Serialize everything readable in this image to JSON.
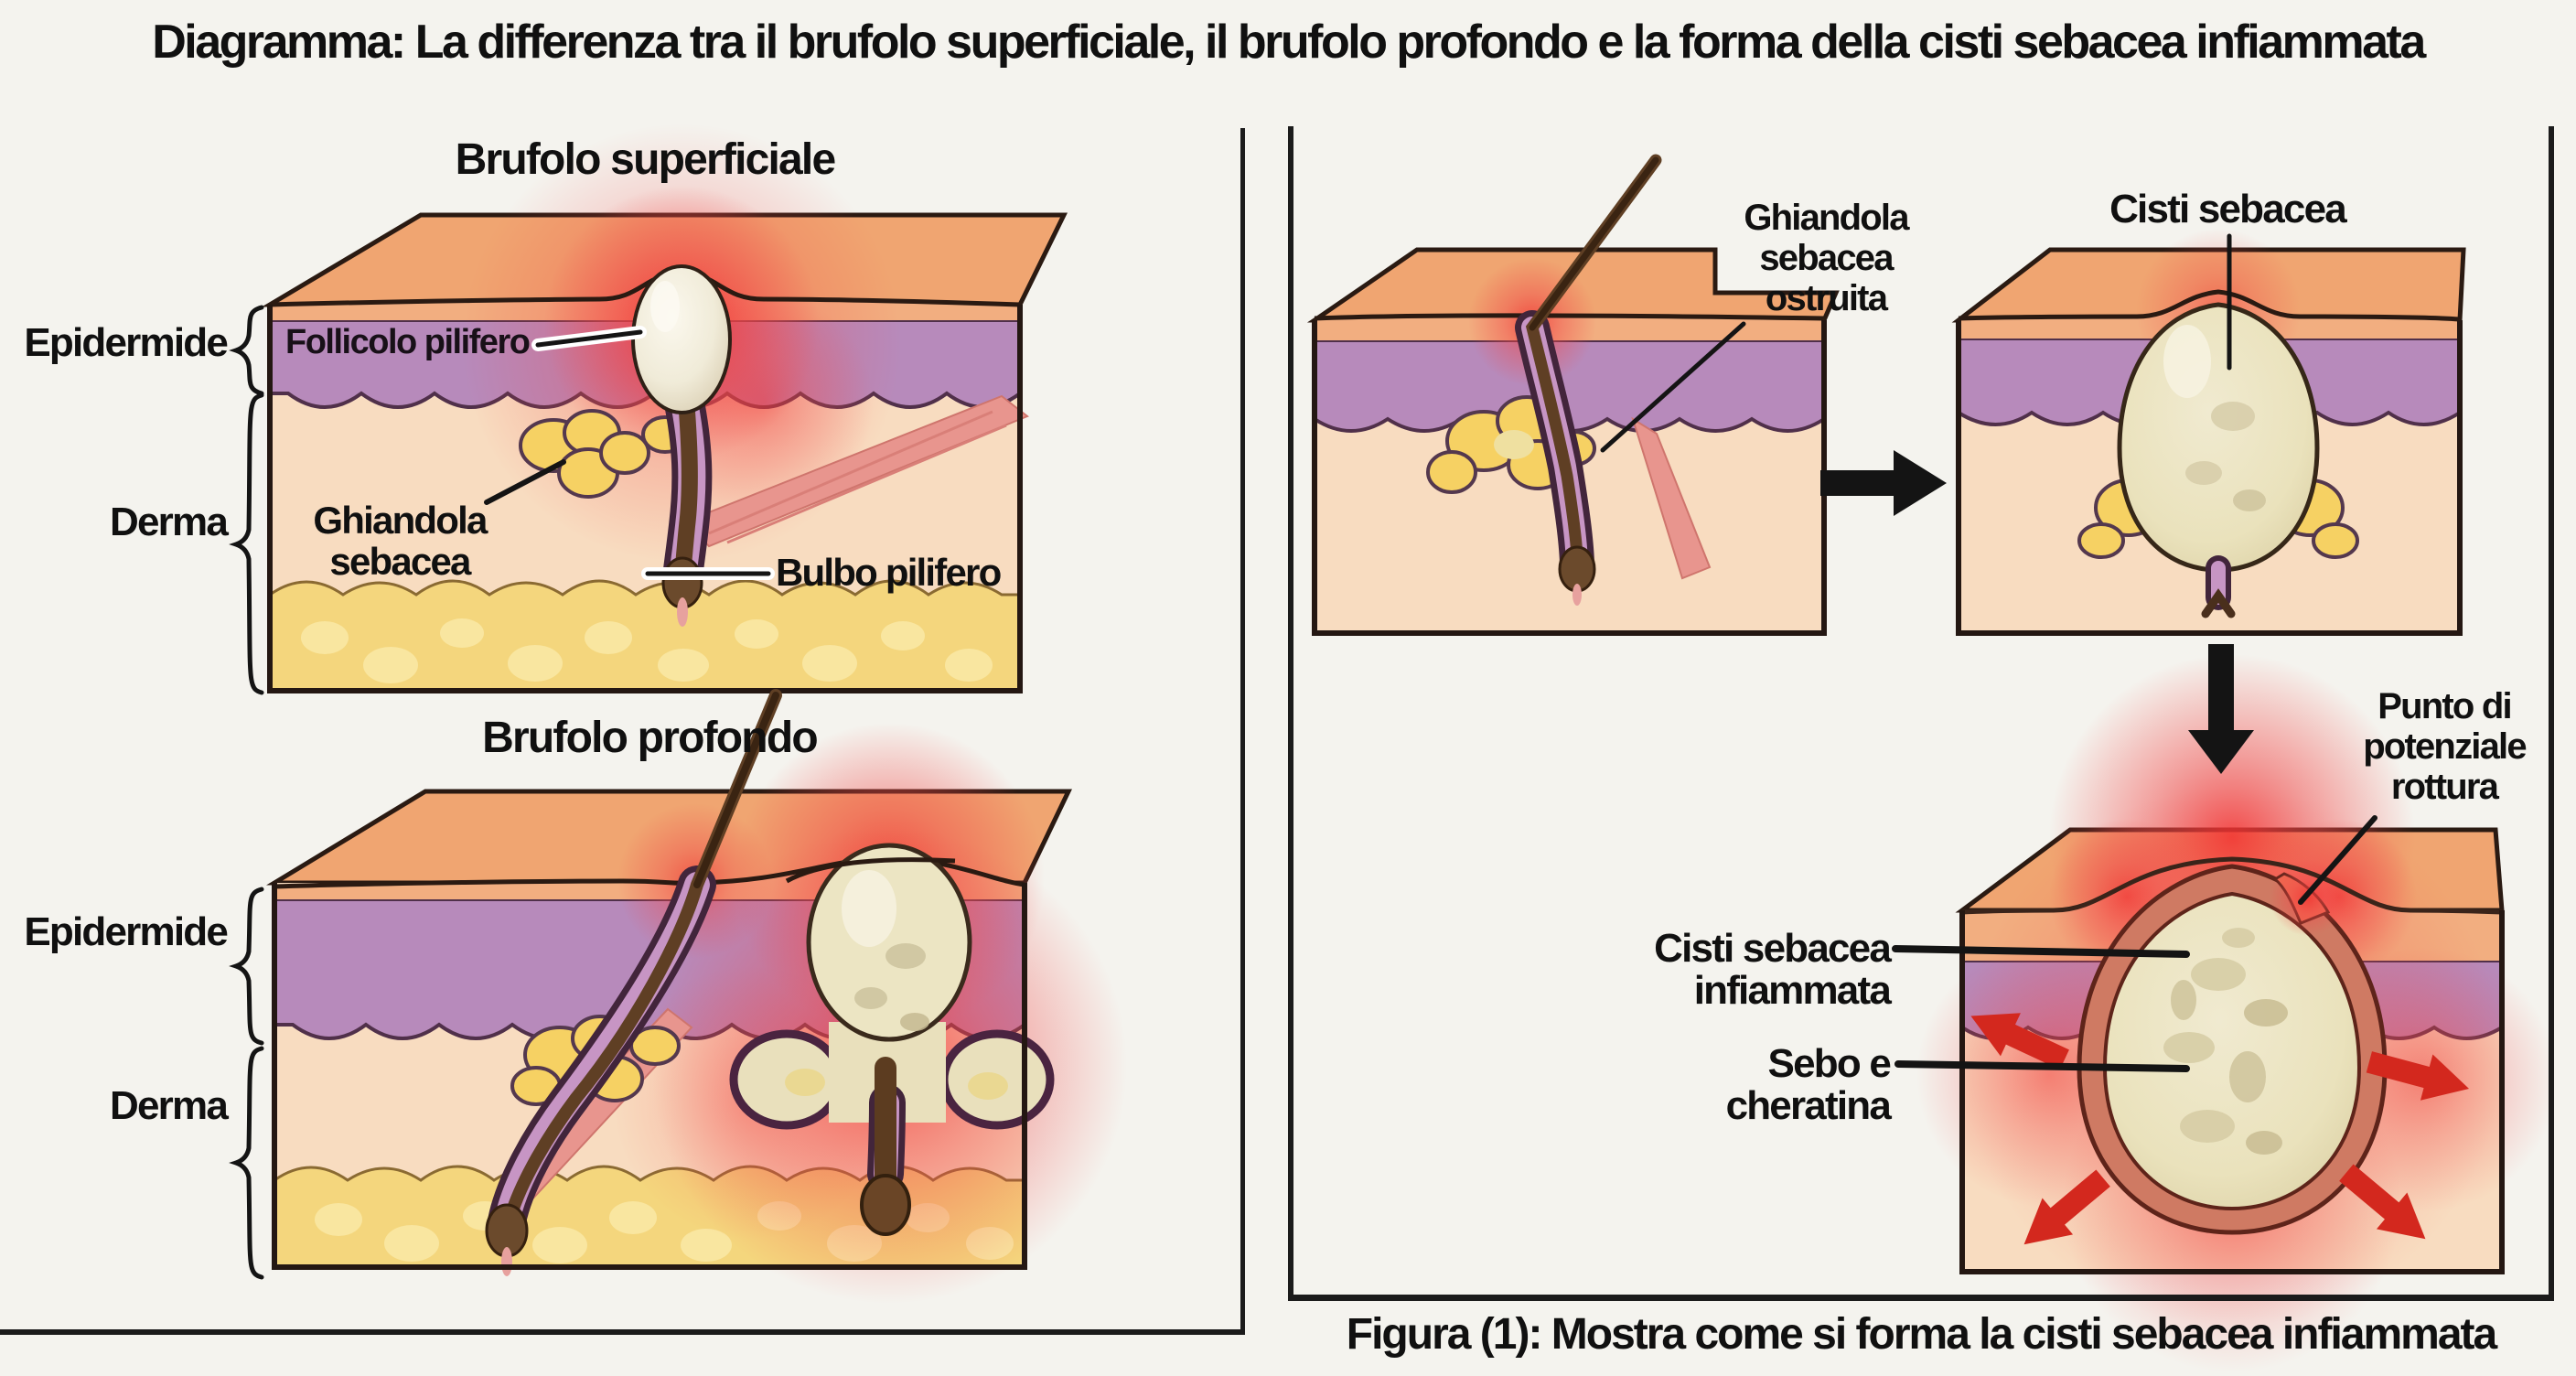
{
  "title": "Diagramma: La differenza tra il brufolo superficiale, il brufolo profondo e la forma della cisti sebacea infiammata",
  "left_panel": {
    "superficial": {
      "title": "Brufolo superficiale",
      "epidermide": "Epidermide",
      "derma": "Derma",
      "follicolo": "Follicolo pilifero",
      "ghiandola_line1": "Ghiandola",
      "ghiandola_line2": "sebacea",
      "bulbo": "Bulbo pilifero"
    },
    "deep": {
      "title": "Brufolo profondo",
      "epidermide": "Epidermide",
      "derma": "Derma"
    }
  },
  "right_panel": {
    "blocked_gland_label_line1": "Ghiandola",
    "blocked_gland_label_line2": "sebacea",
    "blocked_gland_label_line3": "ostruita",
    "cyst_label": "Cisti sebacea",
    "rupture_label_line1": "Punto di",
    "rupture_label_line2": "potenziale",
    "rupture_label_line3": "rottura",
    "inflamed_label_line1": "Cisti sebacea",
    "inflamed_label_line2": "infiammata",
    "sebum_label_line1": "Sebo e",
    "sebum_label_line2": "cheratina",
    "caption": "Figura (1): Mostra come si forma la cisti sebacea infiammata"
  },
  "colors": {
    "skin_top": "#f0a571",
    "skin_surface": "#f2ae80",
    "epidermis": "#b78abb",
    "dermis": "#f8dcc0",
    "fat": "#f4d67d",
    "gland": "#f6d163",
    "muscle": "#e8958e",
    "hair": "#5f3f24",
    "pus_cream": "#ebe3bf",
    "capsule": "#cf7a63",
    "inflammation": "#ef3c3c",
    "arrow_red": "#d3281e",
    "ink": "#141414"
  }
}
